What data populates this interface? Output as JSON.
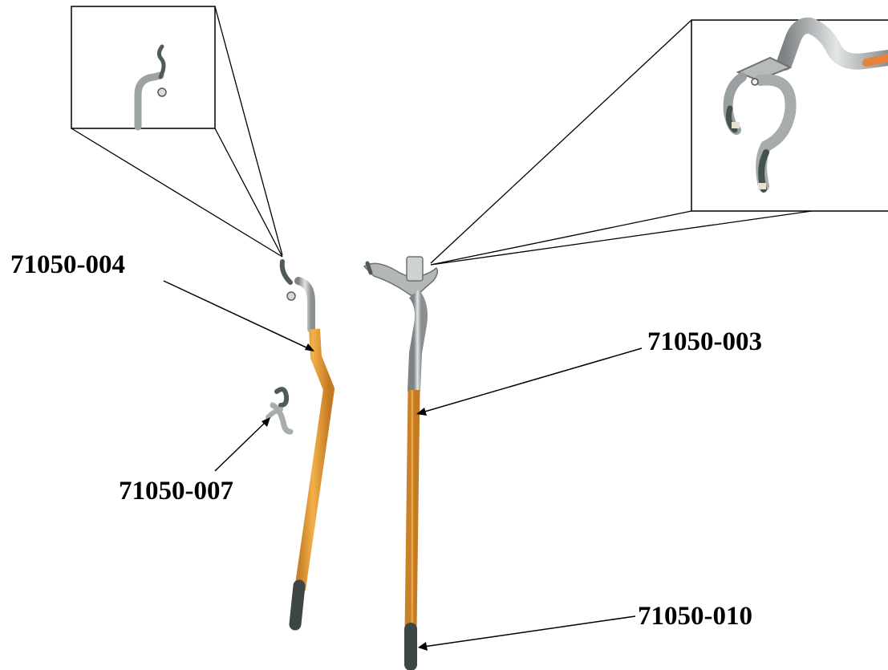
{
  "labels": {
    "part_004": "71050-004",
    "part_003": "71050-003",
    "part_007": "71050-007",
    "part_010": "71050-010"
  },
  "colors": {
    "handle_orange": "#e8a33a",
    "metal_silver": "#b9bcbf",
    "metal_dark": "#55605e",
    "grip_black": "#3e4645",
    "line": "#000000"
  }
}
